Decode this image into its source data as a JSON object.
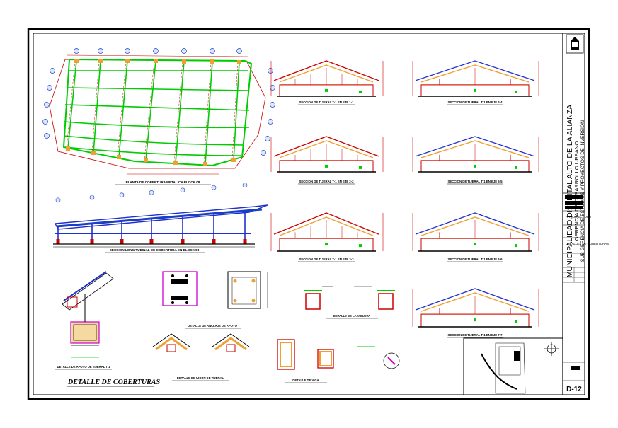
{
  "title_block": {
    "entity_line_1": "MUNICIPALIDAD DISTRITAL ALTO DE LA ALIANZA",
    "entity_line_2": "GERENCIA DE DESARROLLO URBANO",
    "entity_line_3": "SUB GERENCIA DE ESTUDIOS Y PROYECTOS DE INVERSION",
    "specialty": "ARQUITECTURA",
    "sheet_content": "DETALLES DE COBERTURAS",
    "sheet_number": "D-12"
  },
  "drawings": {
    "plan_title": "PLANTA DE COBERTURA METALICA BLOCK 08",
    "long_section_title": "SECCION LONGITUDINAL DE COBERTURA EN BLOCK 08",
    "truss_sections": [
      "SECCION DE TIJERAL T-1 EN EJE 1-1",
      "SECCION DE TIJERAL T-1 EN EJE 2-2",
      "SECCION DE TIJERAL T-1 EN EJE 3-3",
      "SECCION DE TIJERAL T-1 EN EJE 4-4",
      "SECCION DE TIJERAL T-1 EN EJE 5-5",
      "SECCION DE TIJERAL T-1 EN EJE 6-6",
      "SECCION DE TIJERAL T-1 EN EJE 7-7"
    ],
    "detail_support": "DETALLE DE ANCLAJE DE APOYO",
    "detail_purlin": "DETALLE DE LA VIGUETA",
    "detail_truss_support": "DETALLE DE APOYO DE TIJERAL T-1",
    "detail_ridge": "DETALLE DE UNION DE TIJERAL",
    "detail_section": "DETALLE DE VIGA",
    "main_caption": "DETALLE DE COBERTURAS"
  },
  "colors": {
    "frame": "#000000",
    "green_grid": "#00cc00",
    "red_lines": "#cc0000",
    "blue_axis": "#1a3fc0",
    "roof_blue": "#2030d0",
    "orange_fill": "#f0a030",
    "magenta": "#cc00cc"
  }
}
